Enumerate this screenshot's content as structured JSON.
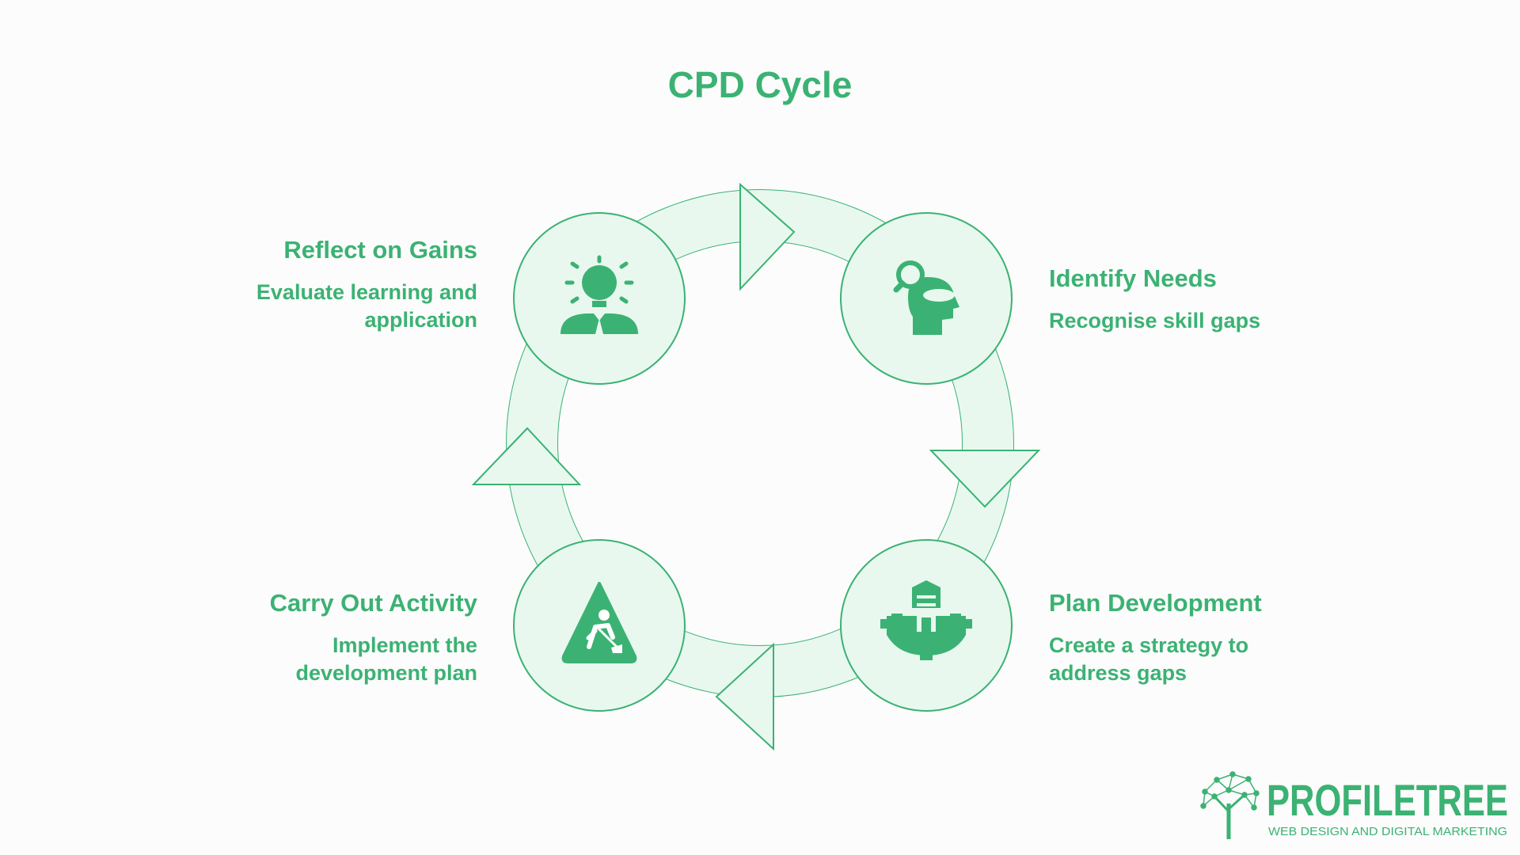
{
  "title": "CPD Cycle",
  "colors": {
    "accent": "#3bb273",
    "fill": "#e8f8ef",
    "stroke": "#3bb273",
    "background": "#fcfcfc"
  },
  "steps": [
    {
      "title": "Identify Needs",
      "description": "Recognise skill gaps",
      "icon": "head-magnifier-icon"
    },
    {
      "title": "Plan Development",
      "description": "Create a strategy to address gaps",
      "icon": "gear-building-icon"
    },
    {
      "title": "Carry Out Activity",
      "description": "Implement the development plan",
      "icon": "work-sign-icon"
    },
    {
      "title": "Reflect on Gains",
      "description": "Evaluate learning and application",
      "icon": "idea-person-icon"
    }
  ],
  "logo": {
    "name": "PROFILETREE",
    "tagline": "WEB DESIGN AND DIGITAL MARKETING",
    "icon": "tree-network-icon"
  }
}
